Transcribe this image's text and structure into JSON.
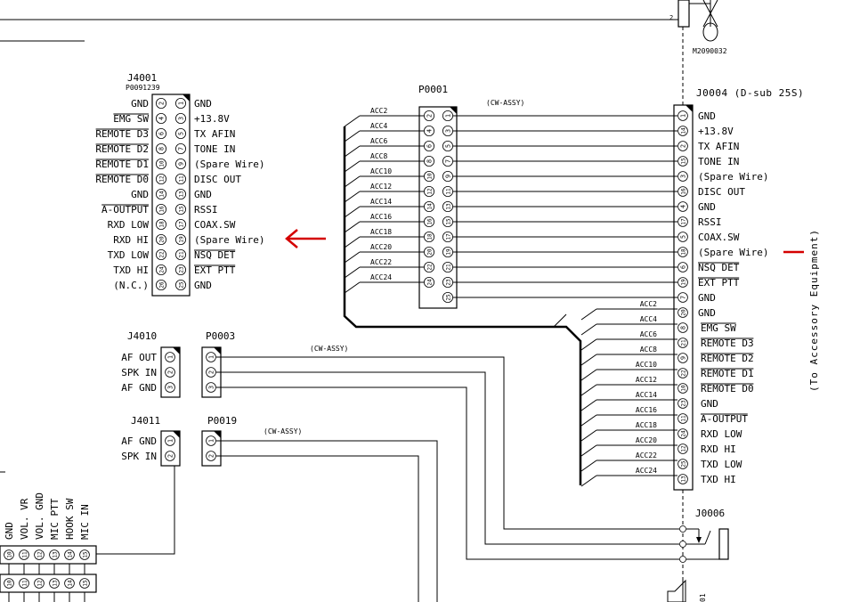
{
  "J4001": {
    "ref": "J4001",
    "part": "P0091239",
    "left_labels": [
      "GND",
      "EMG SW",
      "REMOTE D3",
      "REMOTE D2",
      "REMOTE D1",
      "REMOTE D0",
      "GND",
      "A-OUTPUT",
      "RXD LOW",
      "RXD HI",
      "TXD LOW",
      "TXD HI",
      "(N.C.)"
    ],
    "left_pins": [
      "2",
      "4",
      "6",
      "8",
      "10",
      "12",
      "14",
      "16",
      "18",
      "20",
      "22",
      "24",
      "26"
    ],
    "right_pins": [
      "1",
      "3",
      "5",
      "7",
      "9",
      "11",
      "13",
      "15",
      "17",
      "19",
      "21",
      "23",
      "25"
    ],
    "right_labels": [
      "GND",
      "+13.8V",
      "TX AFIN",
      "TONE IN",
      "(Spare Wire)",
      "DISC OUT",
      "GND",
      "RSSI",
      "COAX.SW",
      "(Spare Wire)",
      "NSQ DET",
      "EXT PTT",
      "GND"
    ]
  },
  "P0001": {
    "ref": "P0001",
    "note": "(CW-ASSY)",
    "left_pins": [
      "2",
      "4",
      "6",
      "8",
      "10",
      "12",
      "14",
      "16",
      "18",
      "20",
      "22",
      "24"
    ],
    "right_pins": [
      "1",
      "3",
      "5",
      "7",
      "9",
      "11",
      "13",
      "15",
      "17",
      "19",
      "21",
      "23",
      "25"
    ],
    "acc_labels": [
      "ACC2",
      "ACC4",
      "ACC6",
      "ACC8",
      "ACC10",
      "ACC12",
      "ACC14",
      "ACC16",
      "ACC18",
      "ACC20",
      "ACC22",
      "ACC24"
    ]
  },
  "J0004": {
    "ref": "J0004 (D-sub 25S)",
    "pins": [
      "1",
      "14",
      "2",
      "15",
      "3",
      "16",
      "4",
      "17",
      "5",
      "18",
      "6",
      "19",
      "7",
      "20",
      "8",
      "21",
      "9",
      "22",
      "10",
      "23",
      "11",
      "24",
      "12",
      "25",
      "13"
    ],
    "labels": [
      "GND",
      "+13.8V",
      "TX AFIN",
      "TONE IN",
      "(Spare Wire)",
      "DISC OUT",
      "GND",
      "RSSI",
      "COAX.SW",
      "(Spare Wire)",
      "NSQ DET",
      "EXT PTT",
      "GND",
      "GND",
      "EMG SW",
      "REMOTE D3",
      "REMOTE D2",
      "REMOTE D1",
      "REMOTE D0",
      "GND",
      "A-OUTPUT",
      "RXD LOW",
      "RXD HI",
      "TXD LOW",
      "TXD HI"
    ],
    "acc_labels": [
      "ACC2",
      "ACC4",
      "ACC6",
      "ACC8",
      "ACC10",
      "ACC12",
      "ACC14",
      "ACC16",
      "ACC18",
      "ACC20",
      "ACC22",
      "ACC24"
    ],
    "side_note": "(To Accessory Equipment)"
  },
  "J4010": {
    "ref": "J4010",
    "labels": [
      "AF OUT",
      "SPK IN",
      "AF GND"
    ],
    "pins": [
      "1",
      "2",
      "3"
    ]
  },
  "P0003": {
    "ref": "P0003",
    "pins": [
      "1",
      "2",
      "3"
    ],
    "note": "(CW-ASSY)"
  },
  "J4011": {
    "ref": "J4011",
    "labels": [
      "AF GND",
      "SPK IN"
    ],
    "pins": [
      "1",
      "2"
    ]
  },
  "P0019": {
    "ref": "P0019",
    "pins": [
      "1",
      "2"
    ],
    "note": "(CW-ASSY)"
  },
  "J0006": {
    "ref": "J0006"
  },
  "M2090032": {
    "ref": "M2090032",
    "pin": "2"
  },
  "bottom_conn": {
    "labels": [
      "GND",
      "VOL. VR",
      "VOL. GND",
      "MIC PTT",
      "HOOK SW",
      "MIC IN"
    ],
    "pins": [
      "10",
      "11",
      "12",
      "13",
      "14",
      "15"
    ]
  },
  "partial_right_text": "01",
  "colors": {
    "highlight": "#d40000",
    "ink": "#000000"
  }
}
